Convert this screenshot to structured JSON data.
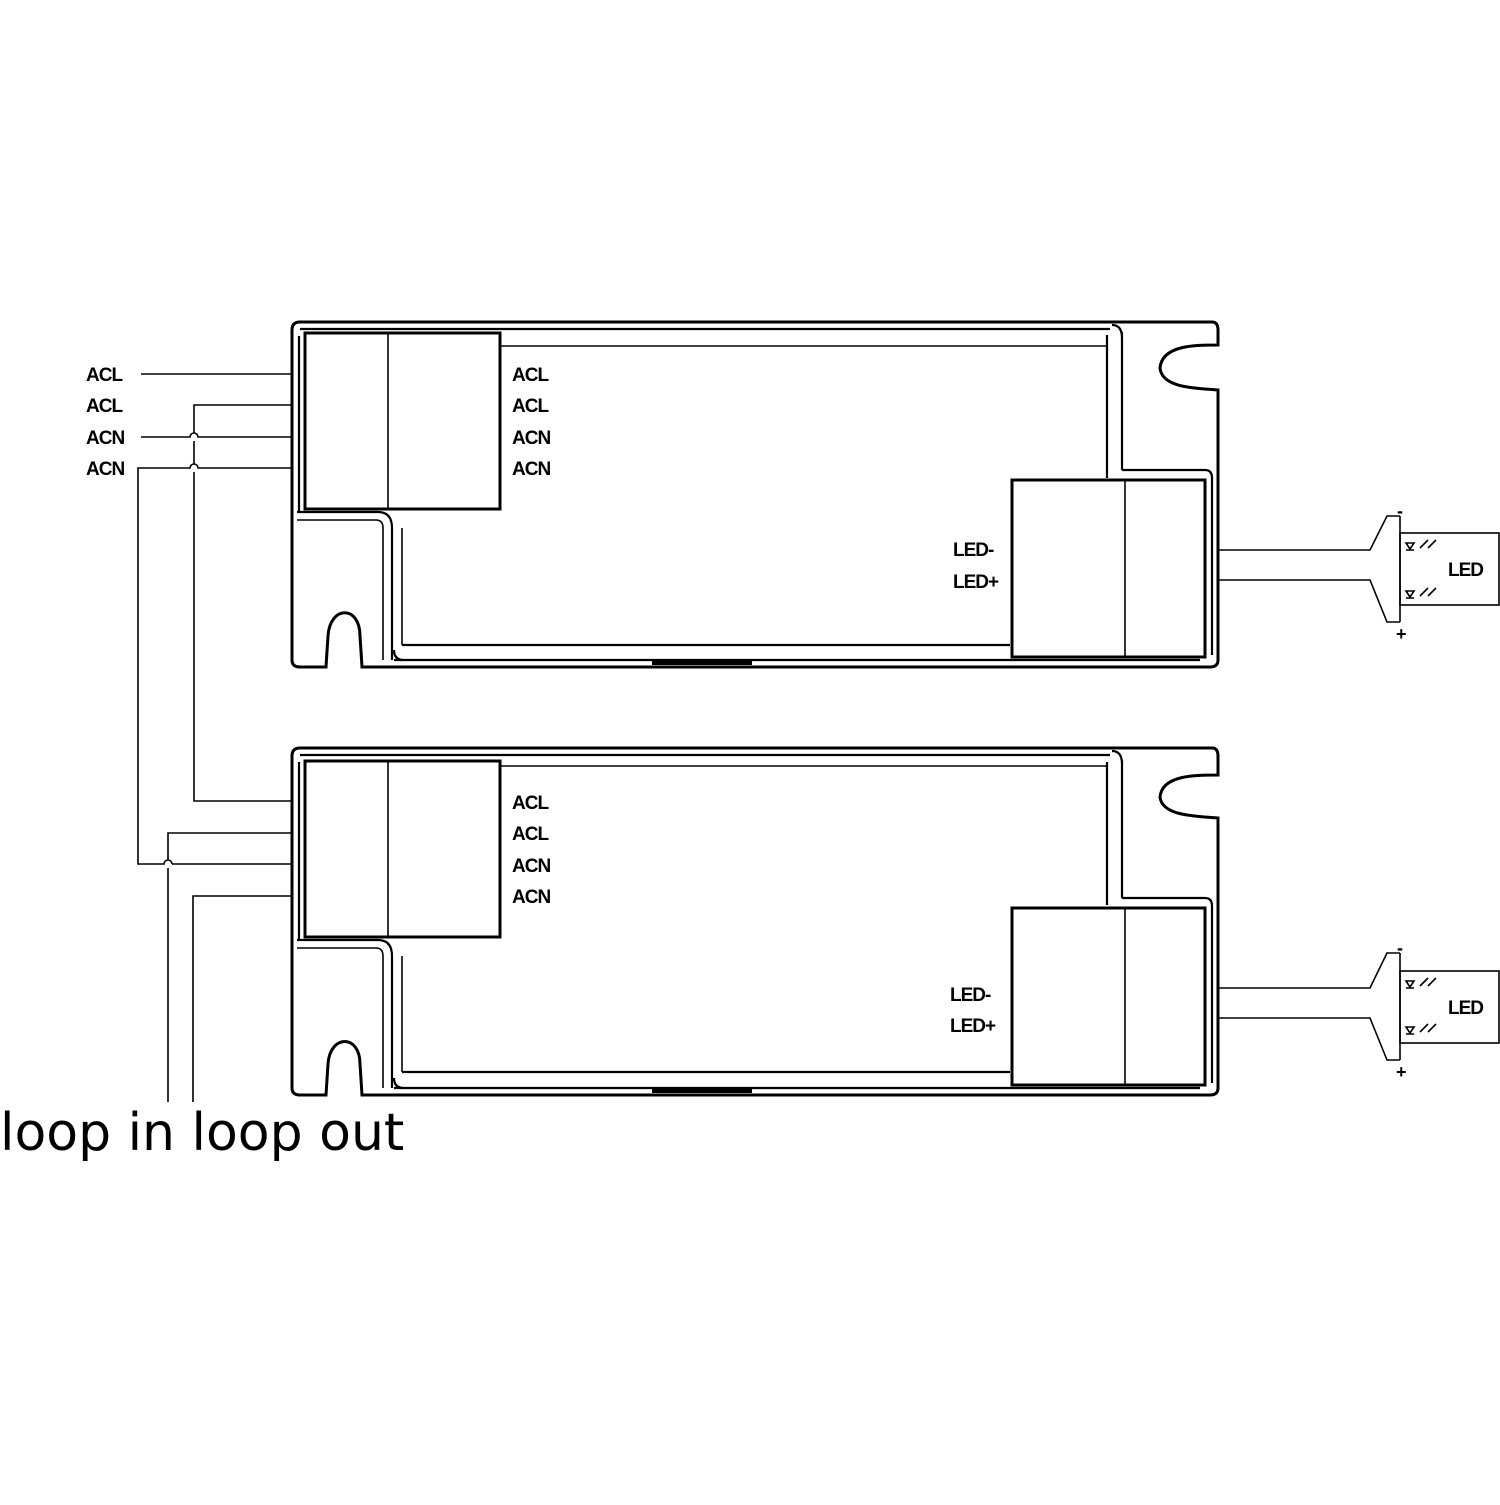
{
  "drivers": [
    {
      "input_terminals": [
        "ACL",
        "ACL",
        "ACN",
        "ACN"
      ],
      "output_terminals": [
        "LED-",
        "LED+"
      ],
      "led": {
        "label": "LED",
        "minus": "-",
        "plus": "+"
      }
    },
    {
      "input_terminals": [
        "ACL",
        "ACL",
        "ACN",
        "ACN"
      ],
      "output_terminals": [
        "LED-",
        "LED+"
      ],
      "led": {
        "label": "LED",
        "minus": "-",
        "plus": "+"
      }
    }
  ],
  "mains_inputs": [
    "ACL",
    "ACL",
    "ACN",
    "ACN"
  ],
  "caption": "loop in loop out"
}
